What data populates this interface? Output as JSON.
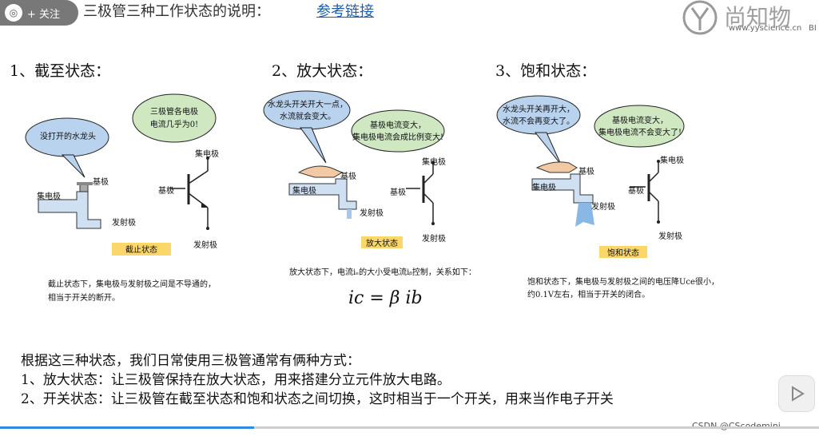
{
  "header": {
    "follow_label": "+ 关注",
    "title": "三极管三种工作状态的说明：",
    "ref_link": "参考链接",
    "brand_text": "尚知物",
    "brand_url": "www.yyscience.cn",
    "brand_suffix": "BI"
  },
  "sections": [
    {
      "title": "1、截至状态：",
      "bubble1": "没打开的水龙头",
      "bubble2_l1": "三极管各电极",
      "bubble2_l2": "电流几乎为0!",
      "label_collector_pipe": "集电极",
      "label_base_pipe": "基极",
      "label_emitter_pipe": "发射极",
      "label_base_sym": "基极",
      "label_collector_sym": "集电极",
      "label_emitter_sym": "发射极",
      "state": "截止状态",
      "desc_l1": "截止状态下，集电极与发射极之间是不导通的，",
      "desc_l2": "相当于开关的断开。"
    },
    {
      "title": "2、放大状态：",
      "bubble1_l1": "水龙头开关开大一点，",
      "bubble1_l2": "水流就会变大。",
      "bubble2_l1": "基极电流变大，",
      "bubble2_l2": "集电极电流会成比例变大!",
      "label_collector_pipe": "集电极",
      "label_base_pipe": "基极",
      "label_emitter_pipe": "发射极",
      "label_base_sym": "基极",
      "label_collector_sym": "集电极",
      "label_emitter_sym": "发射极",
      "state": "放大状态",
      "desc_l1": "放大状态下，电流iₑ的大小受电流iᵦ控制，关系如下：",
      "formula": "ic = β ib"
    },
    {
      "title": "3、饱和状态：",
      "bubble1_l1": "水龙头开关再开大，",
      "bubble1_l2": "水流不会再变大了。",
      "bubble2_l1": "基极电流变大，",
      "bubble2_l2": "集电极电流不会变大了!",
      "label_collector_pipe": "集电极",
      "label_base_pipe": "基极",
      "label_emitter_pipe": "发射极",
      "label_base_sym": "基极",
      "label_collector_sym": "集电极",
      "label_emitter_sym": "发射极",
      "state": "饱和状态",
      "desc_l1": "饱和状态下，集电极与发射极之间的电压降Uce很小，",
      "desc_l2": "约0.1V左右，相当于开关的闭合。"
    }
  ],
  "summary": {
    "line1": "根据这三种状态，我们日常使用三极管通常有俩种方式：",
    "line2": "1、放大状态：让三极管保持在放大状态，用来搭建分立元件放大电路。",
    "line3": "2、开关状态：让三极管在截至状态和饱和状态之间切换，这时相当于一个开关，用来当作电子开关"
  },
  "video": {
    "progress_fraction": 0.31
  },
  "watermark": "CSDN @CScodemini",
  "colors": {
    "bubble_blue": "#b9d3ee",
    "bubble_green": "#cfe8c2",
    "state_yellow": "#fbd76a",
    "pipe_blue": "#a8c8e8",
    "link_blue": "#1a5fb4"
  }
}
